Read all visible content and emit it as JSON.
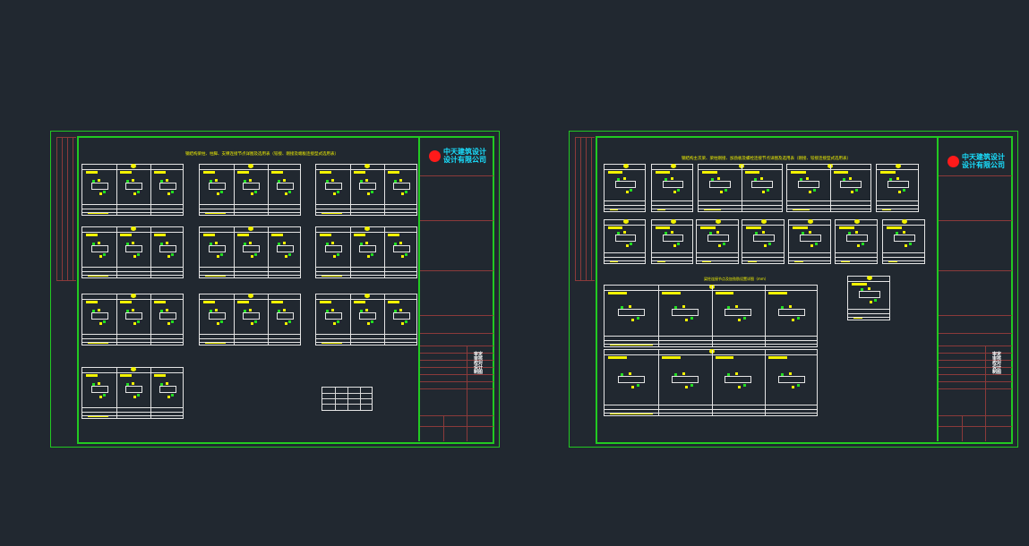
{
  "sheets": [
    {
      "company_line1": "中天建筑设计",
      "company_line2": "设计有限公司",
      "title": "钢结构梁柱、柱脚、支撑连接节点详图及选用表（铰接、刚接及端板连接型式选用表）",
      "block_text": [
        "审定",
        "审核",
        "校对",
        "设计",
        "制图"
      ]
    },
    {
      "company_line1": "中天建筑设计",
      "company_line2": "设计有限公司",
      "title": "钢结构主次梁、梁柱刚接、加劲板及螺栓连接节点详图及选用表（刚接、铰接连接型式选用表）",
      "subtitle": "梁柱连接节点及加劲肋设置详图（mm）",
      "block_text": [
        "审定",
        "审核",
        "校对",
        "设计",
        "制图"
      ]
    }
  ],
  "colors": {
    "background": "#212830",
    "frame": "#22c922",
    "linework": "#e4e4e4",
    "annotation": "#f2f200",
    "company": "#19e0ff",
    "logo": "#ff1a1a"
  }
}
